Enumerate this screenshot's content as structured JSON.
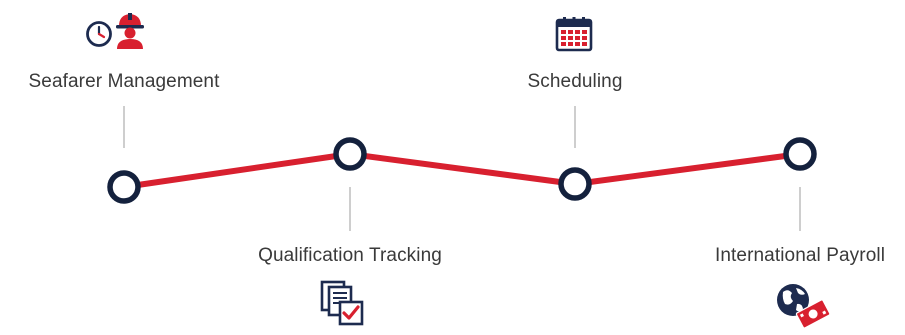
{
  "colors": {
    "line": "#d8202f",
    "node": "#14213d",
    "connector": "#b9b9b9",
    "text": "#3a3a3a",
    "accent": "#d8202f",
    "navy": "#1d2b4f"
  },
  "steps": [
    {
      "label": "Seafarer Management",
      "icon": "seafarer-clock-worker-icon",
      "position": "above"
    },
    {
      "label": "Qualification Tracking",
      "icon": "documents-checkmark-icon",
      "position": "below"
    },
    {
      "label": "Scheduling",
      "icon": "calendar-icon",
      "position": "above"
    },
    {
      "label": "International Payroll",
      "icon": "globe-money-icon",
      "position": "below"
    }
  ]
}
